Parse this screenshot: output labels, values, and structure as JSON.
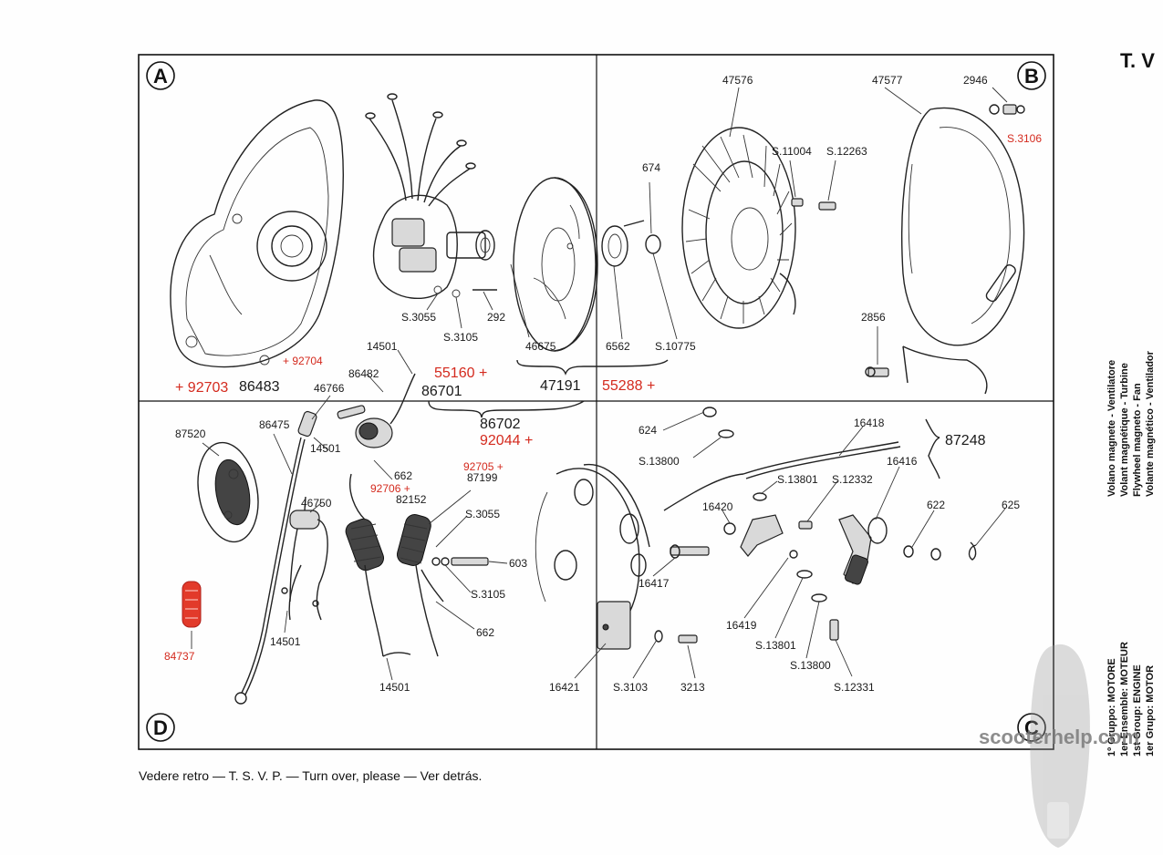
{
  "page": {
    "title": "T. V",
    "footer": "Vedere retro — T. S. V. P. — Turn over, please — Ver detrás.",
    "watermark": "scooterhelp.com"
  },
  "quadrants": [
    "A",
    "B",
    "C",
    "D"
  ],
  "side_text": {
    "title_lines": [
      "Volano magnete - Ventilatore",
      "Volant magnétique - Turbine",
      "Flywheel magneto - Fan",
      "Volante magnético - Ventilador"
    ],
    "group_lines": [
      "1º Gruppo: MOTORE",
      "1er Ensemble: MOTEUR",
      "1st Group: ENGINE",
      "1er Grupo: MOTOR"
    ]
  },
  "labels": {
    "a": [
      "14501",
      "86482",
      "86483",
      "86701",
      "S.3055",
      "S.3105",
      "292",
      "46675",
      "6562",
      "S.10775",
      "47191",
      "674"
    ],
    "a_red": [
      "+ 92704",
      "+ 92703",
      "55160 +",
      "55288 +"
    ],
    "b": [
      "47576",
      "47577",
      "2946",
      "S.11004",
      "S.12263",
      "2856"
    ],
    "b_red": [
      "S.3106"
    ],
    "d": [
      "87520",
      "86475",
      "46766",
      "14501",
      "46750",
      "662",
      "87199",
      "82152",
      "S.3055",
      "603",
      "S.3105",
      "14501",
      "14501",
      "662"
    ],
    "d_red": [
      "92705 +",
      "92706 +",
      "84737"
    ],
    "center": [
      "86702"
    ],
    "center_red": [
      "92044 +"
    ],
    "c": [
      "624",
      "S.13800",
      "16418",
      "87248",
      "S.13801",
      "S.12332",
      "16416",
      "16420",
      "622",
      "625",
      "16417",
      "16419",
      "S.13801",
      "S.13800",
      "S.12331",
      "16421",
      "S.3103",
      "3213"
    ]
  }
}
